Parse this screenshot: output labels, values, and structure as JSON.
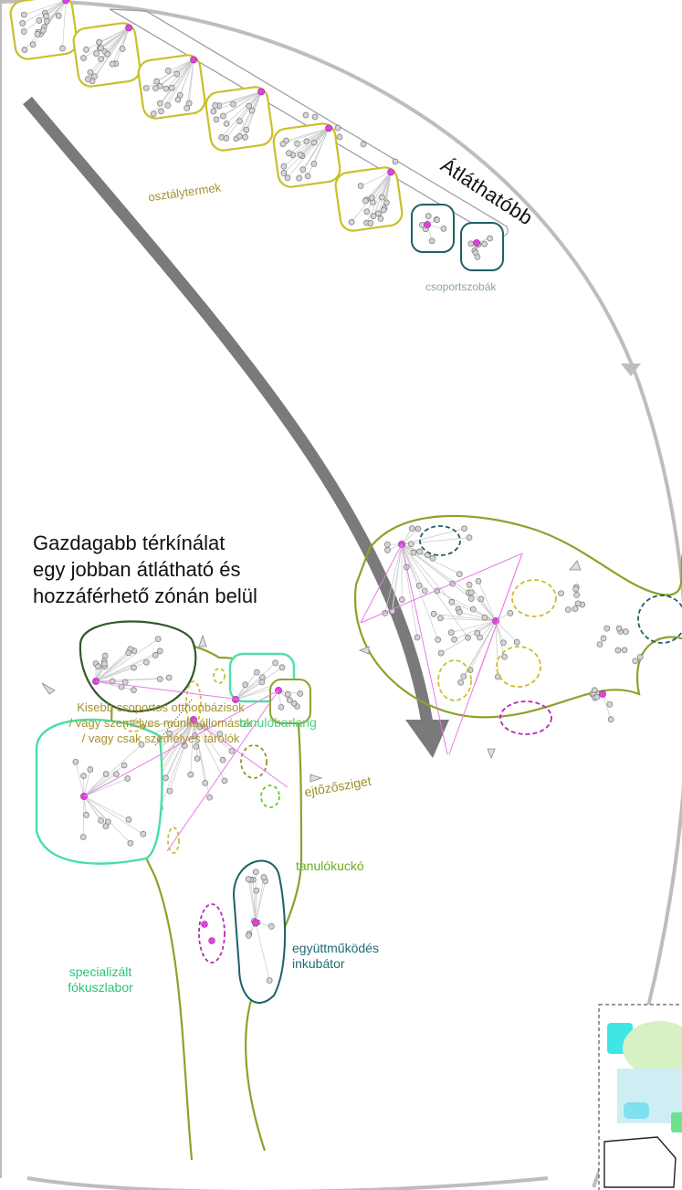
{
  "labels": {
    "main_text": "Gazdagabb térkínálat\negy jobban átlátható és\nhozzáférhető zónán belül",
    "atlathatobb": "Átláthatóbb",
    "osztalytermek": "osztálytermek",
    "csoportszobak": "csoportszobák",
    "kisebb_csoportos": "Kisebb csoportos otthonbázisok\n/ vagy személyes munkaállomások\n/ vagy csak személyes tárolók",
    "tanulobarlang": "tanulóbarlang",
    "ejtozosziget": "ejtőzősziget",
    "tanulokucko": "tanulókuckó",
    "specializalt": "specializált\nfókuszlabor",
    "egyuttmukodes": "együttműködés\ninkubátor"
  },
  "colors": {
    "classroom_border": "#c9c02a",
    "group_room_border": "#1f6066",
    "node_gray": "#bdbdbd",
    "node_magenta": "#e340e3",
    "zone_olive": "#8ea12a",
    "lab_green": "#46e0a0",
    "cave_green": "#4ee0a6",
    "dark_green": "#2e5a2a",
    "kucko_green": "#5fcf2a",
    "arc_gray": "#bdbdbd",
    "big_arrow": "#7a7a7a"
  }
}
